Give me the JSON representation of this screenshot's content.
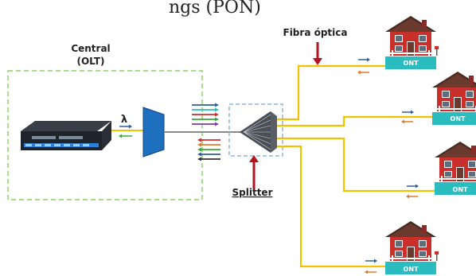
{
  "header_fragment": "ngs (PON)",
  "central": {
    "title": "Central",
    "subtitle": "(OLT)"
  },
  "lambda": "λ",
  "fiber_label": "Fibra óptica",
  "splitter_label": "Splitter",
  "ont_label": "ONT",
  "colors": {
    "fiber": "#f2c200",
    "fiber_dark": "#8a8a8a",
    "olt_frame": "#8cd26a",
    "splitter_frame": "#8fb6d6",
    "mux": "#1f6fbf",
    "ont": "#2bbcc0",
    "house": "#c9302c",
    "arrow_red": "#b3131f",
    "arrow_blue": "#2f5f9b",
    "arrow_orange": "#e07a2a"
  },
  "icons": [
    "house-icon",
    "olt-device-icon",
    "mux-icon",
    "splitter-icon",
    "arrow-icon"
  ]
}
